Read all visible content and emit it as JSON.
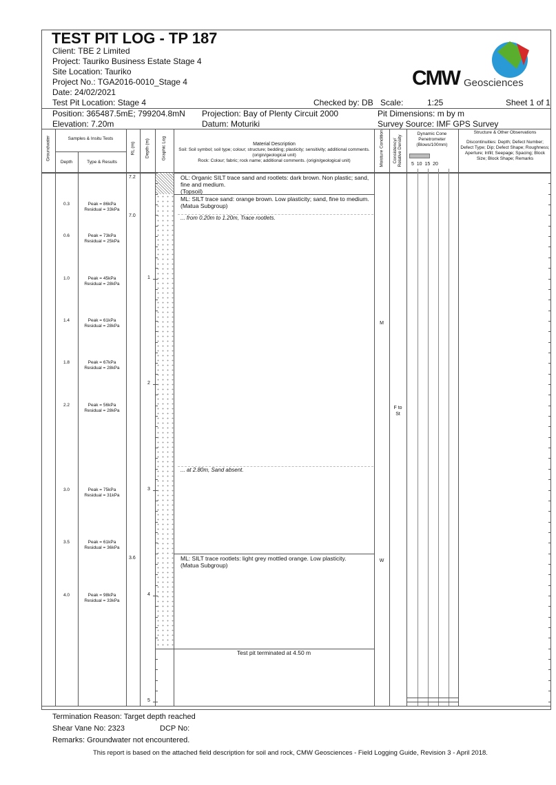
{
  "header": {
    "title": "TEST PIT LOG - TP 187",
    "client": "Client: TBE 2 Limited",
    "project": "Project: Tauriko Business Estate Stage 4",
    "site": "Site Location: Tauriko",
    "project_no": "Project No.: TGA2016-0010_Stage 4",
    "date": "Date: 24/02/2021",
    "location": "Test Pit Location: Stage 4",
    "checked": "Checked by: DB",
    "scale_label": "Scale:",
    "scale": "1:25",
    "sheet": "Sheet 1 of 1",
    "position": "Position:  365487.5mE;  799204.8mN",
    "projection": "Projection:  Bay of Plenty Circuit 2000",
    "pit_dims": "Pit Dimensions: m by m",
    "elevation": "Elevation: 7.20m",
    "datum": "Datum:  Moturiki",
    "survey": "Survey Source:  IMF GPS Survey",
    "logo_text": "CMW",
    "logo_sub": "Geosciences"
  },
  "columns": {
    "groundwater": "Groundwater",
    "samples": "Samples & Insitu Tests",
    "depth": "Depth",
    "type": "Type & Results",
    "rl": "RL (m)",
    "depth_m": "Depth (m)",
    "graphic": "Graphic Log",
    "desc_title": "Material Description",
    "desc_soil": "Soil: Soil symbol; soil type; colour; structure; bedding; plasticity; sensitivity; additional comments. (origin/geological unit)",
    "desc_rock": "Rock: Colour; fabric; rock name; additional comments. (origin/geological unit)",
    "moisture": "Moisture Condition",
    "consistency": "Consistency/ Relative Density",
    "dcp": "Dynamic Cone Penetrometer (Blows/100mm)",
    "dcp_ticks": "5  10  15  20",
    "structure": "Structure & Other Observations",
    "structure_sub": "Discontinuities: Depth; Defect Number; Defect Type; Dip; Defect Shape; Roughness; Aperture; Infill; Seepage; Spacing; Block Size; Block Shape; Remarks"
  },
  "samples": [
    {
      "depth": "0.3",
      "peak": "Peak = 86kPa",
      "residual": "Residual = 33kPa",
      "d": 0.3
    },
    {
      "depth": "0.6",
      "peak": "Peak = 73kPa",
      "residual": "Residual = 25kPa",
      "d": 0.6
    },
    {
      "depth": "1.0",
      "peak": "Peak = 45kPa",
      "residual": "Residual = 28kPa",
      "d": 1.0
    },
    {
      "depth": "1.4",
      "peak": "Peak = 61kPa",
      "residual": "Residual = 28kPa",
      "d": 1.4
    },
    {
      "depth": "1.8",
      "peak": "Peak = 67kPa",
      "residual": "Residual = 28kPa",
      "d": 1.8
    },
    {
      "depth": "2.2",
      "peak": "Peak = 56kPa",
      "residual": "Residual = 28kPa",
      "d": 2.2
    },
    {
      "depth": "3.0",
      "peak": "Peak = 75kPa",
      "residual": "Residual = 31kPa",
      "d": 3.0
    },
    {
      "depth": "3.5",
      "peak": "Peak = 61kPa",
      "residual": "Residual = 36kPa",
      "d": 3.5
    },
    {
      "depth": "4.0",
      "peak": "Peak = 98kPa",
      "residual": "Residual = 33kPa",
      "d": 4.0
    }
  ],
  "rl": [
    {
      "v": "7.2",
      "d": 0
    },
    {
      "v": "7.0",
      "d": 0.2
    },
    {
      "v": "3.6",
      "d": 3.6
    }
  ],
  "depth_labels": [
    {
      "v": "1",
      "d": 1
    },
    {
      "v": "2",
      "d": 2
    },
    {
      "v": "3",
      "d": 3
    },
    {
      "v": "4",
      "d": 4
    },
    {
      "v": "5",
      "d": 5
    }
  ],
  "descriptions": [
    {
      "d": 0,
      "text": "OL: Organic SILT trace sand and rootlets: dark brown. Non plastic; sand, fine and medium.",
      "unit": "(Topsoil)"
    },
    {
      "d": 0.2,
      "text": "ML: SILT trace sand: orange brown. Low plasticity; sand, fine to medium.",
      "unit": "(Matua Subgroup)"
    },
    {
      "d": 3.6,
      "text": "ML: SILT trace rootlets: light grey mottled orange. Low plasticity.",
      "unit": "(Matua Subgroup)"
    }
  ],
  "notes": [
    {
      "d": 0.42,
      "text": "... from 0.20m to 1.20m, Trace rootlets."
    },
    {
      "d": 2.8,
      "text": "... at 2.80m, Sand absent."
    }
  ],
  "moisture": [
    {
      "v": "M",
      "d": 1.4
    },
    {
      "v": "W",
      "d": 3.65
    }
  ],
  "consistency": [
    {
      "v": "F to",
      "v2": "St",
      "d": 2.2
    }
  ],
  "termination_text": "Test pit terminated at 4.50 m",
  "footer": {
    "termination": "Termination Reason:  Target depth reached",
    "shear_vane": "Shear Vane No:   2323",
    "dcp_no": "DCP No:",
    "remarks": "Remarks:  Groundwater not encountered.",
    "note": "This report is based on the attached field description for soil and rock, CMW Geosciences - Field Logging Guide, Revision 3 - April 2018."
  }
}
